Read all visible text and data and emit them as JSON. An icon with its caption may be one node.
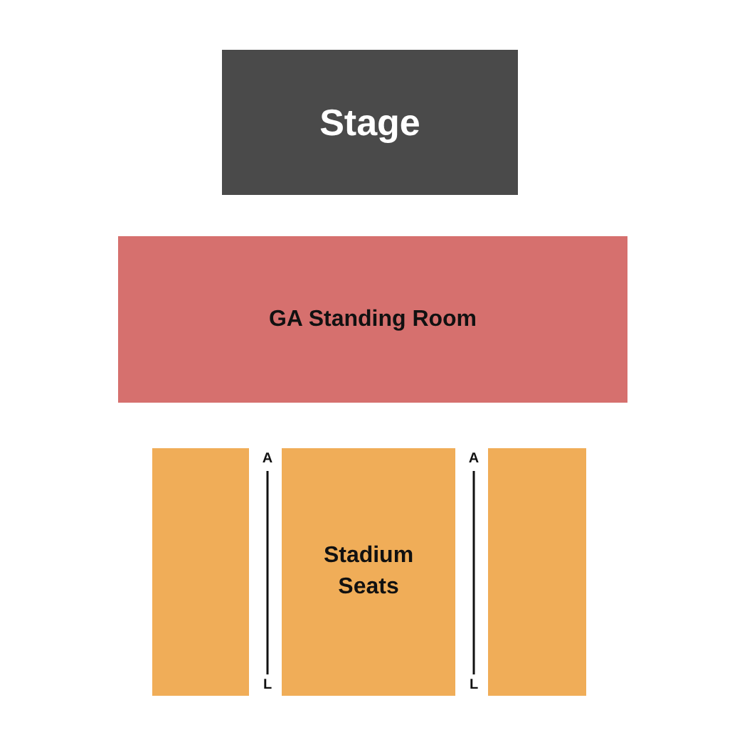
{
  "diagram": {
    "nodes": [
      {
        "text": [
          "Stage"
        ]
      },
      {
        "text": [
          "GA Standing Room"
        ]
      },
      {
        "text": [],
        "shape": "box"
      },
      {
        "text": [
          "Stadium Seats"
        ]
      },
      {
        "text": [],
        "shape": "box"
      }
    ],
    "labels": [
      "A",
      "A",
      "L",
      "L"
    ]
  }
}
